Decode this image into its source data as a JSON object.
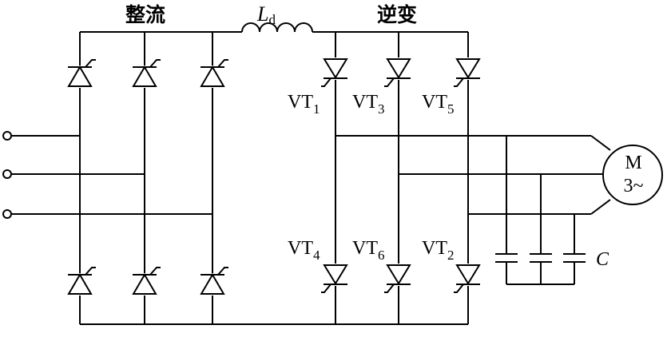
{
  "labels": {
    "rectifier": "整流",
    "inverter": "逆变",
    "inductor_main": "L",
    "inductor_sub": "d",
    "capacitor": "C",
    "motor_top": "M",
    "motor_bottom": "3~",
    "vt_prefix": "VT",
    "vt1": "1",
    "vt3": "3",
    "vt5": "5",
    "vt4": "4",
    "vt6": "6",
    "vt2": "2"
  },
  "colors": {
    "line": "#000000",
    "background": "#ffffff"
  }
}
